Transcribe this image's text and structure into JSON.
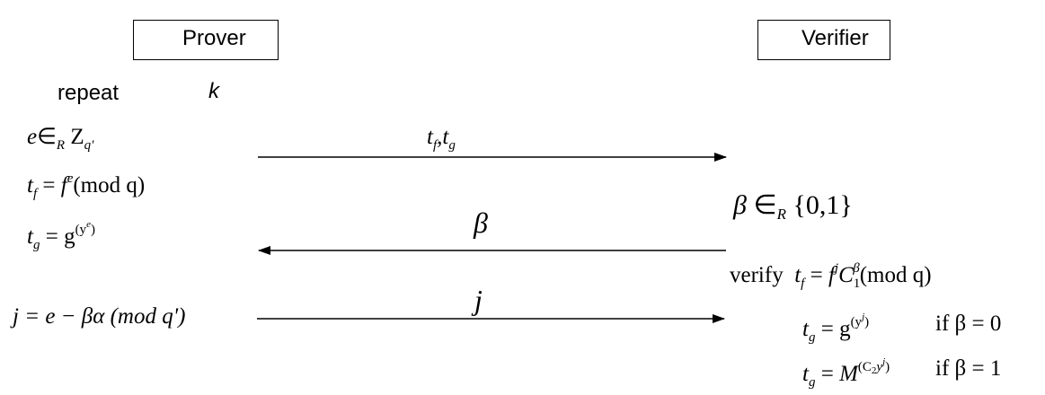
{
  "parties": {
    "prover": "Prover",
    "verifier": "Verifier"
  },
  "repeat": {
    "label": "repeat",
    "count_symbol": "k"
  },
  "prover_steps": {
    "e_choice": {
      "lhs": "e",
      "rel": "∈",
      "rel_sub": "R",
      "set": "Z",
      "set_sub": "q'"
    },
    "tf": {
      "lhs": "t",
      "lhs_sub": "f",
      "eq": "=",
      "base": "f",
      "exp": "e",
      "mod": "(mod q)"
    },
    "tg": {
      "lhs": "t",
      "lhs_sub": "g",
      "eq": "=",
      "base": "g",
      "exp": "(y",
      "exp_sup": "e",
      "exp_close": ")"
    },
    "j_calc": {
      "text": "j = e − βα (mod q')"
    }
  },
  "messages": {
    "msg1": "t",
    "msg1_sub1": "f",
    "msg1_sep": ",",
    "msg1_b": "t",
    "msg1_sub2": "g",
    "msg2": "β",
    "msg3": "j"
  },
  "verifier_steps": {
    "beta_choice": {
      "lhs": "β",
      "rel": "∈",
      "rel_sub": "R",
      "set": "{0,1}"
    },
    "verify_label": "verify",
    "check1": {
      "lhs": "t",
      "lhs_sub": "f",
      "eq": "=",
      "rhs_a": "f",
      "rhs_a_sup": "j",
      "rhs_b": "C",
      "rhs_b_sub": "1",
      "rhs_b_sup": "β",
      "mod": "(mod q)"
    },
    "check2": {
      "lhs": "t",
      "lhs_sub": "g",
      "eq": "=",
      "base": "g",
      "exp": "(y",
      "exp_sup": "j",
      "exp_close": ")",
      "cond": "if β = 0"
    },
    "check3": {
      "lhs": "t",
      "lhs_sub": "g",
      "eq": "=",
      "base": "M",
      "exp": "(C",
      "exp_sub": "2",
      "exp_y": "y",
      "exp_sup": "j",
      "exp_close": ")",
      "cond": "if β = 1"
    }
  }
}
